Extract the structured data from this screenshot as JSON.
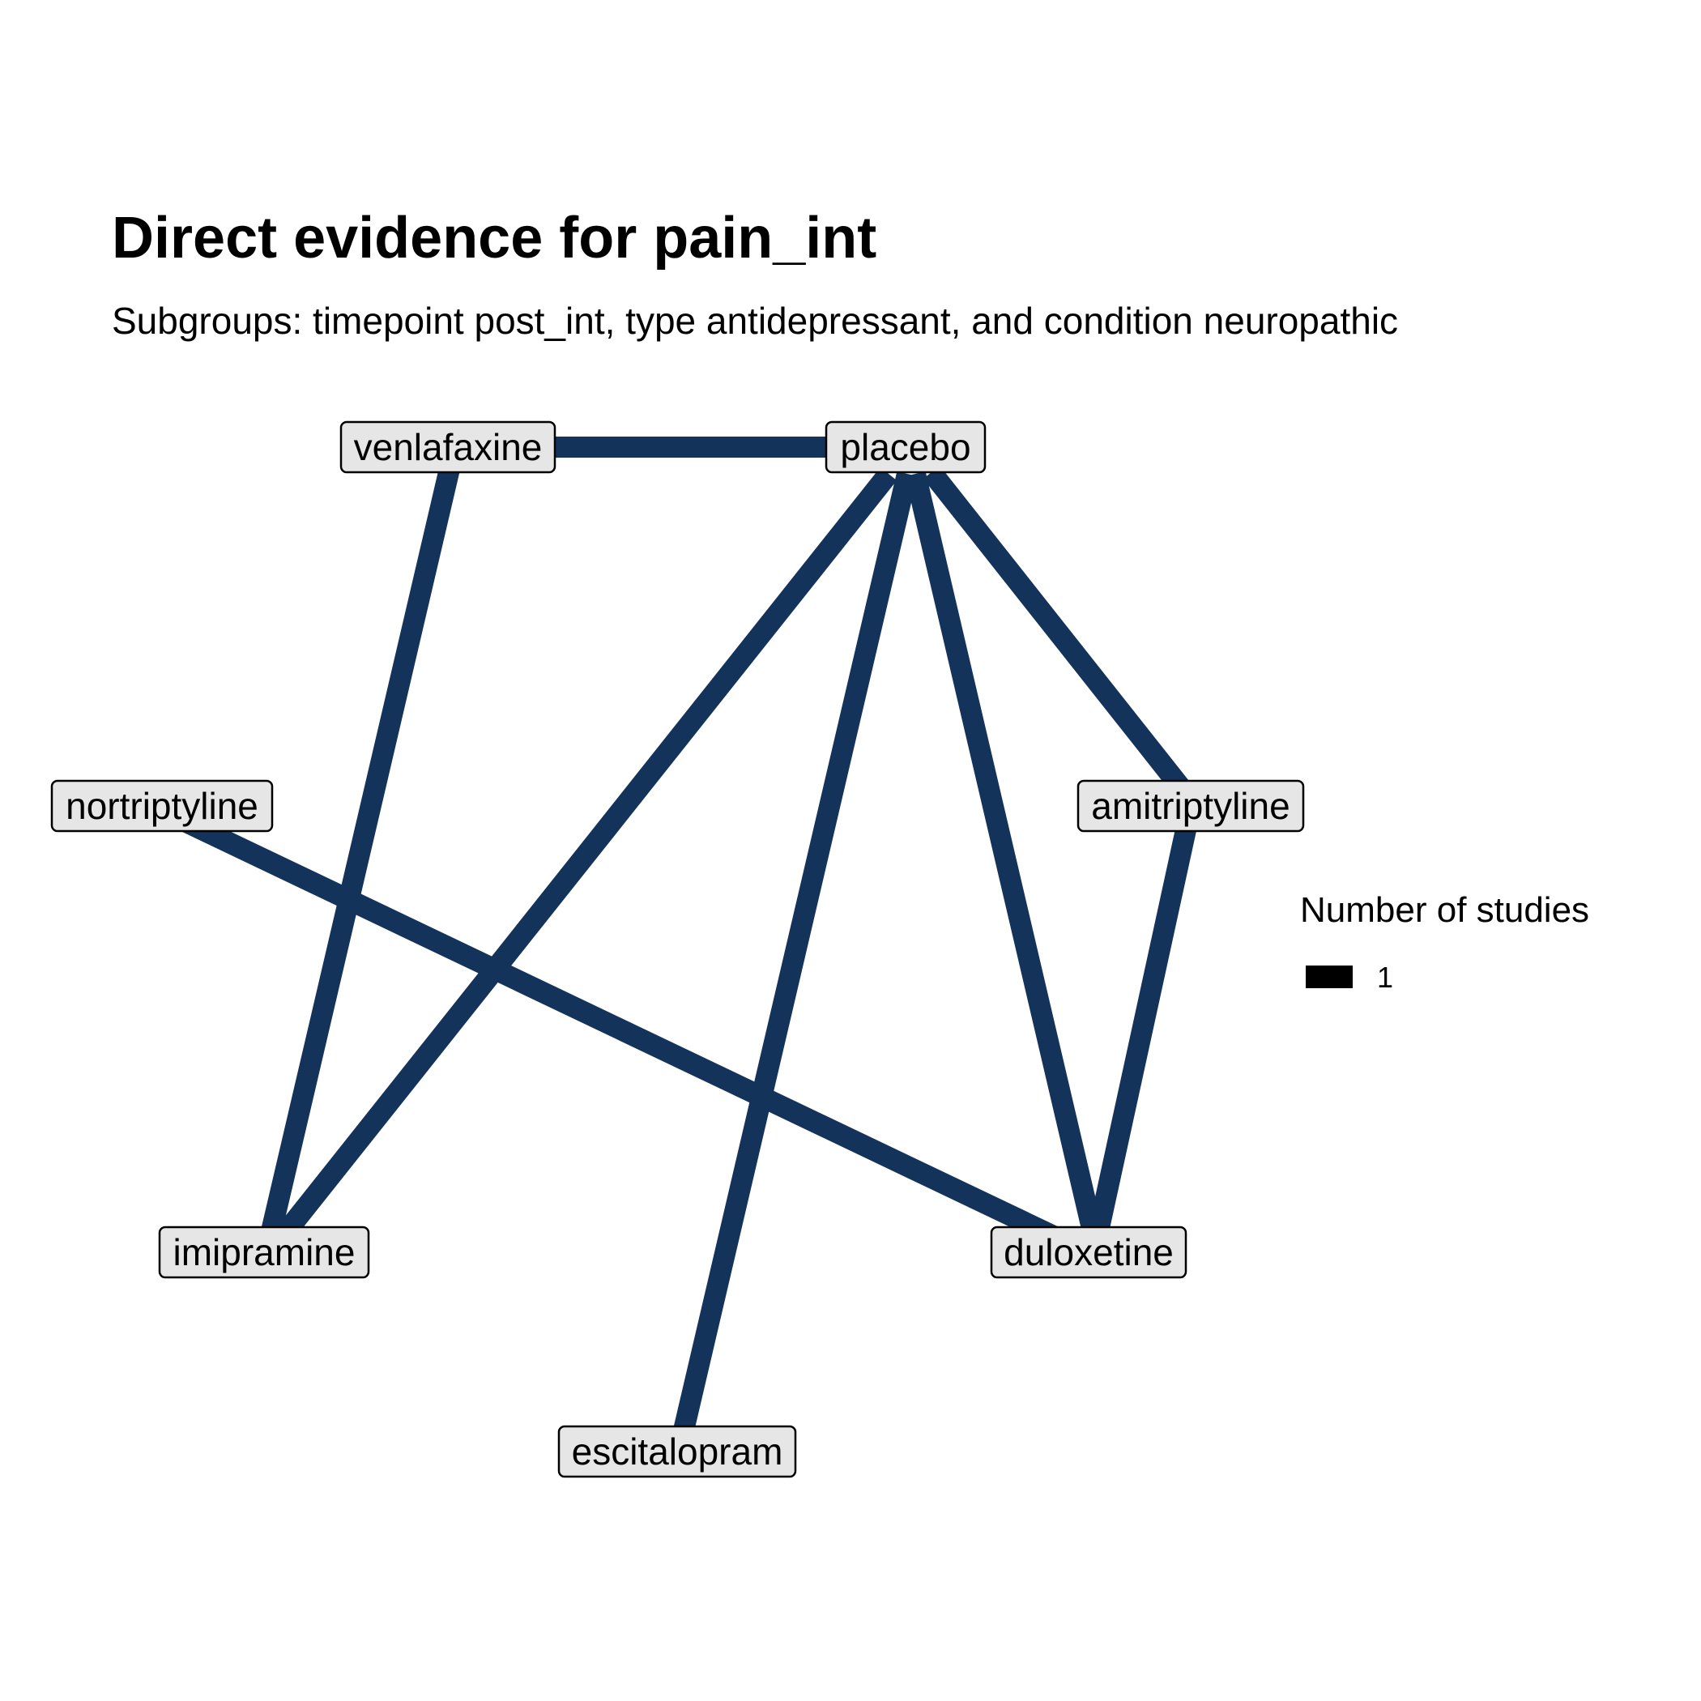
{
  "title": "Direct evidence for pain_int",
  "subtitle": "Subgroups: timepoint post_int, type antidepressant, and condition neuropathic",
  "colors": {
    "edge": "#13335a",
    "node_fill": "#e6e6e6",
    "node_border": "#000000",
    "legend_swatch": "#000000"
  },
  "nodes": [
    {
      "id": "venlafaxine",
      "label": "venlafaxine"
    },
    {
      "id": "placebo",
      "label": "placebo"
    },
    {
      "id": "nortriptyline",
      "label": "nortriptyline"
    },
    {
      "id": "amitriptyline",
      "label": "amitriptyline"
    },
    {
      "id": "imipramine",
      "label": "imipramine"
    },
    {
      "id": "duloxetine",
      "label": "duloxetine"
    },
    {
      "id": "escitalopram",
      "label": "escitalopram"
    }
  ],
  "edges": [
    {
      "from": "venlafaxine",
      "to": "placebo",
      "studies": 1
    },
    {
      "from": "venlafaxine",
      "to": "imipramine",
      "studies": 1
    },
    {
      "from": "placebo",
      "to": "imipramine",
      "studies": 1
    },
    {
      "from": "placebo",
      "to": "escitalopram",
      "studies": 1
    },
    {
      "from": "placebo",
      "to": "duloxetine",
      "studies": 1
    },
    {
      "from": "placebo",
      "to": "amitriptyline",
      "studies": 1
    },
    {
      "from": "nortriptyline",
      "to": "duloxetine",
      "studies": 1
    },
    {
      "from": "amitriptyline",
      "to": "duloxetine",
      "studies": 1
    }
  ],
  "legend": {
    "title": "Number of studies",
    "items": [
      {
        "label": "1"
      }
    ]
  }
}
